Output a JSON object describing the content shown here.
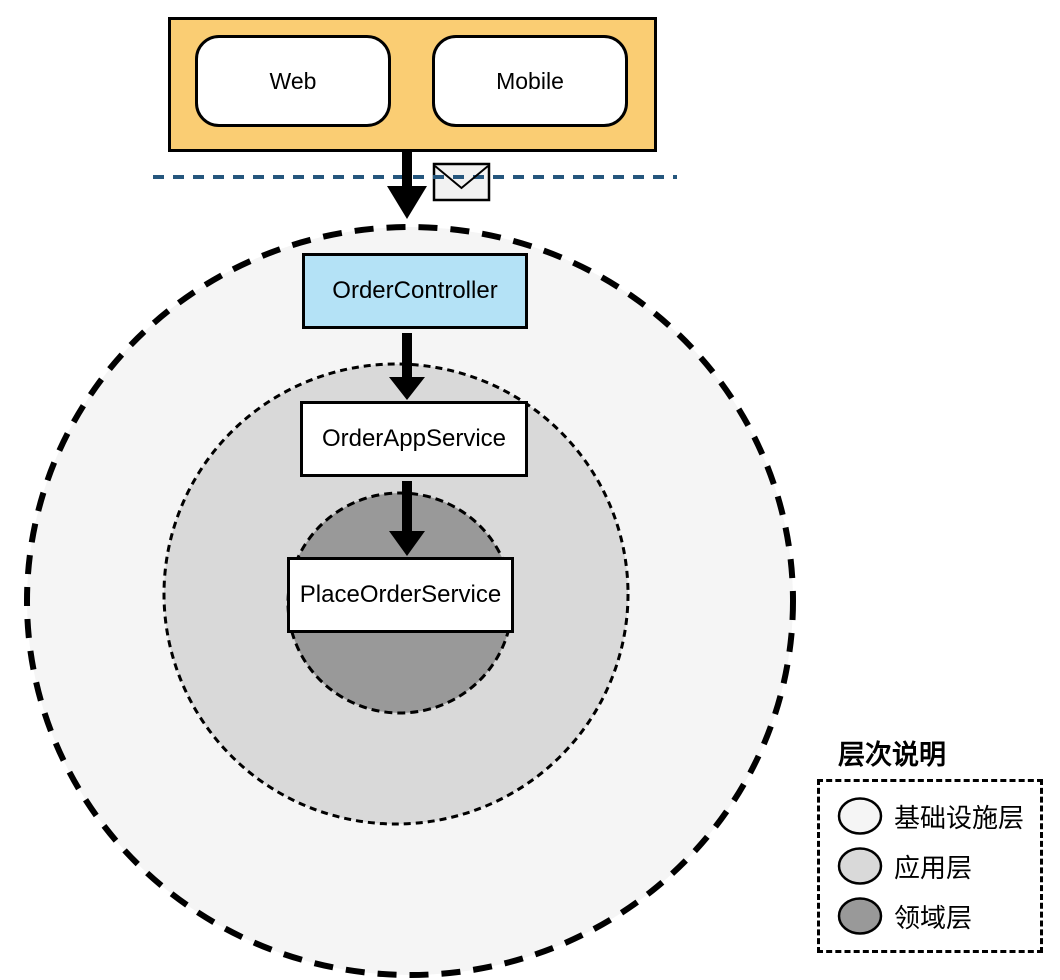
{
  "diagram": {
    "clients": [
      {
        "label": "Web"
      },
      {
        "label": "Mobile"
      }
    ],
    "nodes": {
      "controller": "OrderController",
      "app_service": "OrderAppService",
      "domain_service": "PlaceOrderService"
    },
    "icons": {
      "message": "envelope-icon",
      "flow": "down-arrow-icon"
    }
  },
  "legend": {
    "title": "层次说明",
    "items": [
      {
        "label": "基础设施层",
        "color": "#F5F5F5"
      },
      {
        "label": "应用层",
        "color": "#D9D9D9"
      },
      {
        "label": "领域层",
        "color": "#999999"
      }
    ]
  },
  "colors": {
    "clients_panel_bg": "#FACD73",
    "controller_bg": "#B4E2F6",
    "infrastructure_layer": "#F5F5F5",
    "application_layer": "#D9D9D9",
    "domain_layer": "#999999",
    "boundary_line": "#25567D",
    "stroke": "#000000"
  }
}
